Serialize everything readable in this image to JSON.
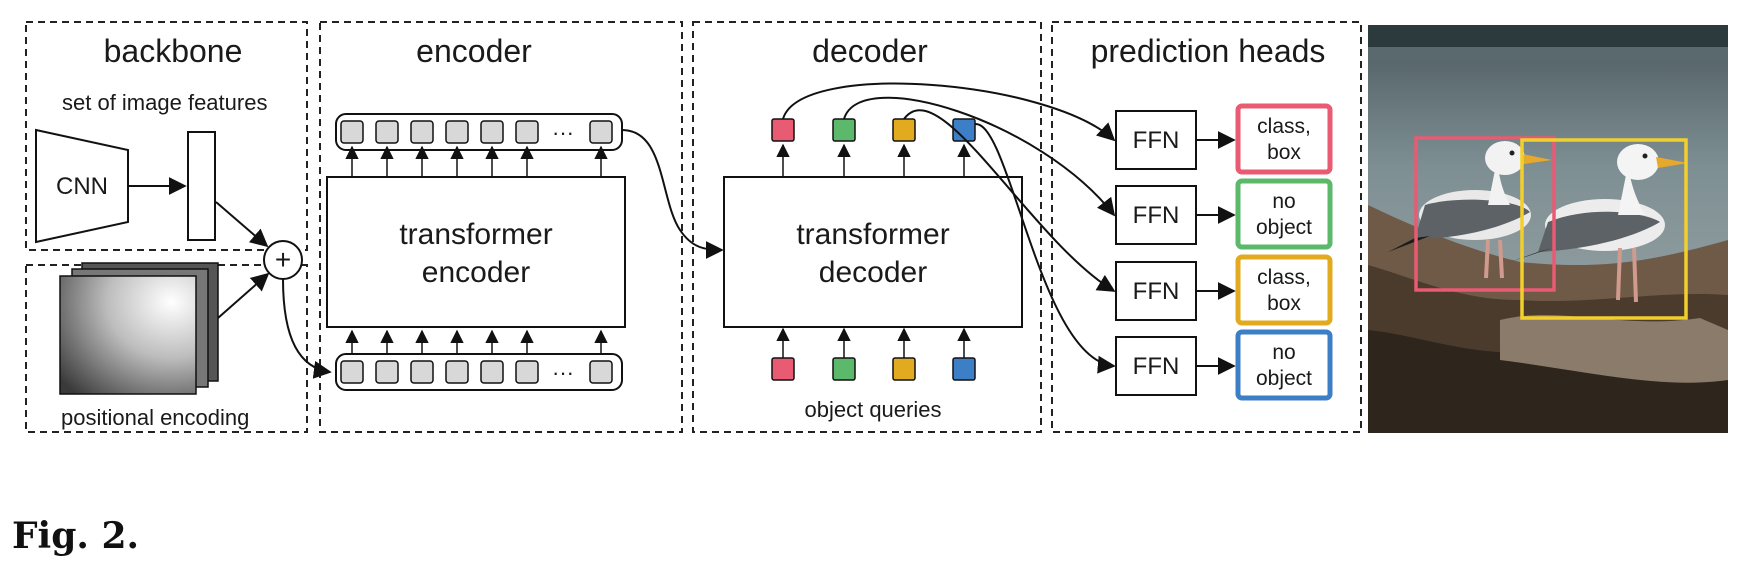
{
  "sections": {
    "backbone": "backbone",
    "encoder": "encoder",
    "decoder": "decoder",
    "prediction_heads": "prediction heads"
  },
  "labels": {
    "image_features": "set of image features",
    "cnn": "CNN",
    "positional_encoding": "positional encoding",
    "plus": "+",
    "encoder_block_line1": "transformer",
    "encoder_block_line2": "encoder",
    "decoder_block_line1": "transformer",
    "decoder_block_line2": "decoder",
    "ellipsis": "···",
    "object_queries": "object queries"
  },
  "queries": [
    {
      "color": "#e85b72"
    },
    {
      "color": "#5cb86b"
    },
    {
      "color": "#e2aa1f"
    },
    {
      "color": "#3d7fc6"
    }
  ],
  "heads": [
    {
      "ffn": "FFN",
      "line1": "class,",
      "line2": "box",
      "color": "#e85b72"
    },
    {
      "ffn": "FFN",
      "line1": "no",
      "line2": "object",
      "color": "#5cb86b"
    },
    {
      "ffn": "FFN",
      "line1": "class,",
      "line2": "box",
      "color": "#e2aa1f"
    },
    {
      "ffn": "FFN",
      "line1": "no",
      "line2": "object",
      "color": "#3d7fc6"
    }
  ],
  "photo": {
    "boxes": [
      {
        "color": "#e85b72"
      },
      {
        "color": "#f3cf2c"
      }
    ]
  },
  "caption": "Fig. 2."
}
